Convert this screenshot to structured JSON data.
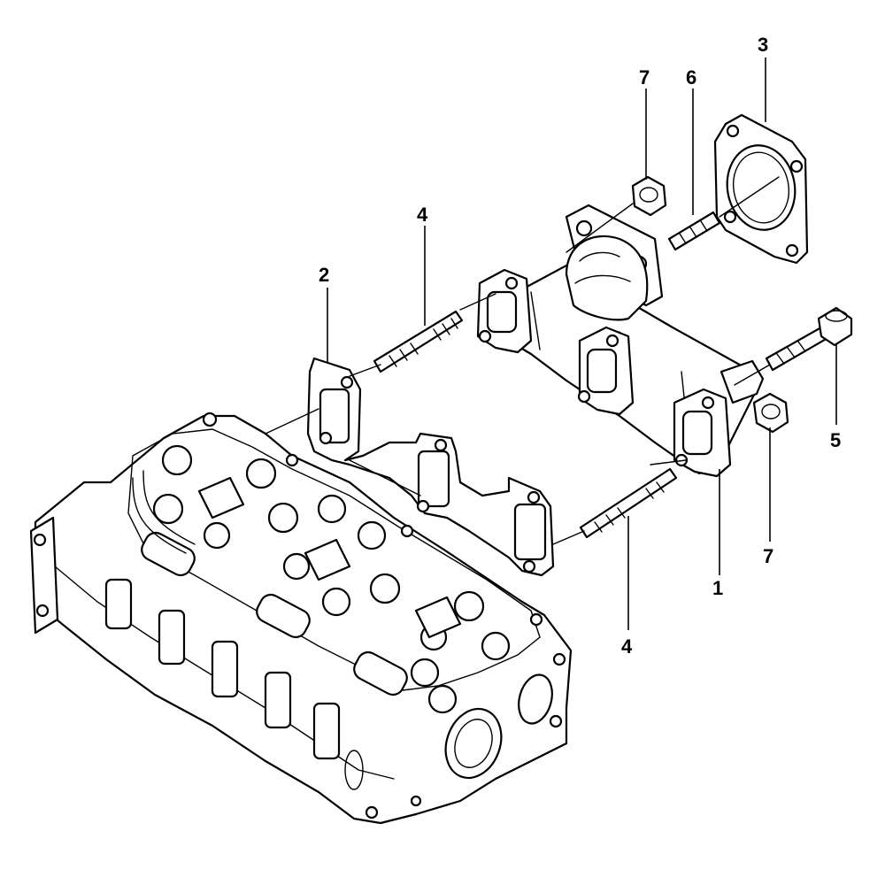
{
  "callouts": {
    "c1": "1",
    "c2": "2",
    "c3": "3",
    "c4a": "4",
    "c4b": "4",
    "c5": "5",
    "c6": "6",
    "c7a": "7",
    "c7b": "7"
  }
}
